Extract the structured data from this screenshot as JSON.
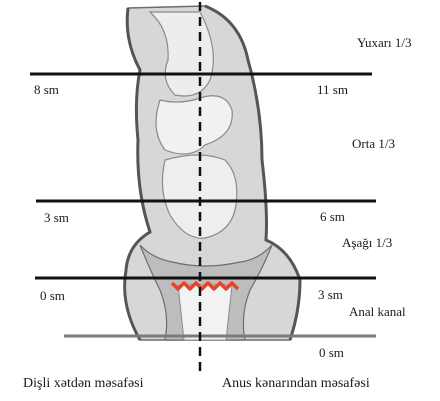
{
  "regions": {
    "upper": "Yuxarı 1/3",
    "middle": "Orta 1/3",
    "lower": "Aşağı 1/3",
    "anal": "Anal kanal"
  },
  "left_distances": {
    "line1": "8 sm",
    "line2": "3 sm",
    "line3": "0 sm"
  },
  "right_distances": {
    "line1": "11 sm",
    "line2": "6 sm",
    "line3": "3 sm",
    "line4": "0 sm"
  },
  "footer": {
    "left": "Dişli xətdən məsafəsi",
    "right": "Anus kənarından məsafəsi"
  },
  "colors": {
    "line": "#111111",
    "baseline": "#7a7a7a",
    "tissue": "#e4e4e4",
    "tissue_dark": "#9a9a9a",
    "dentate": "#e8432a"
  }
}
